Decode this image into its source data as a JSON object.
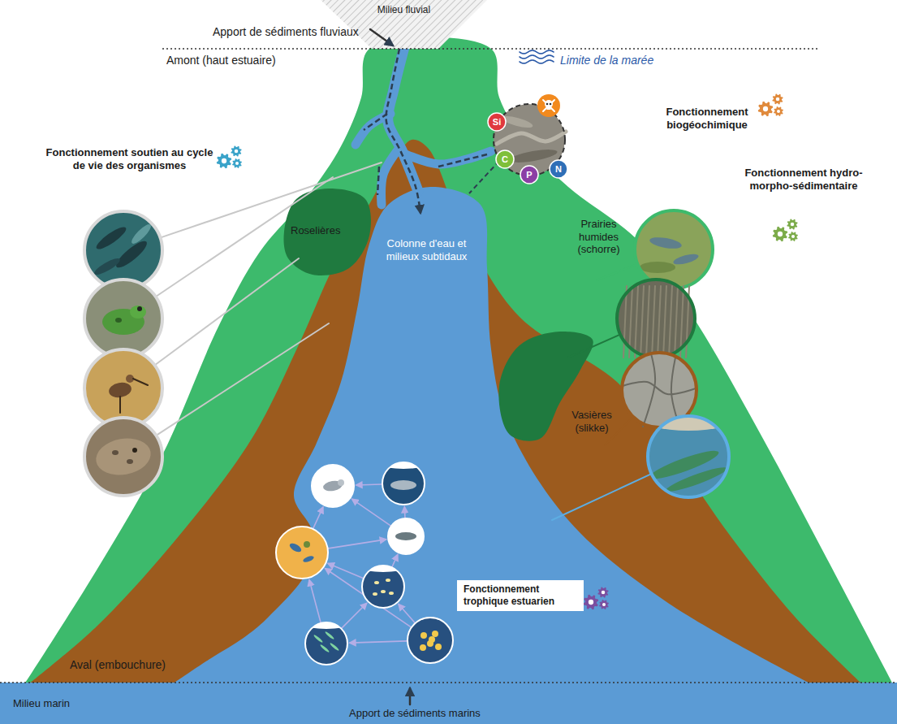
{
  "diagram": {
    "nodes": [
      {
        "text": [
          "Si"
        ]
      },
      {
        "text": [
          "C"
        ]
      },
      {
        "text": [
          "N"
        ]
      },
      {
        "text": [
          "P"
        ]
      },
      {
        "text": [
          "Fonctionnement trophique estuarien"
        ]
      }
    ],
    "labels": [
      "Milieu fluvial",
      "Apport de sédiments fluviaux",
      "Amont (haut estuaire)",
      "Limite de la marée",
      "Fonctionnement soutien au cycle de vie des organismes",
      "Fonctionnement biogéochimique",
      "Fonctionnement hydro-morpho-sédimentaire",
      "Prairies humides (schorre)",
      "Roselières",
      "Colonne d'eau et milieux subtidaux",
      "Vasières (slikke)",
      "Aval (embouchure)",
      "Milieu marin",
      "Apport de sédiments marins"
    ]
  }
}
